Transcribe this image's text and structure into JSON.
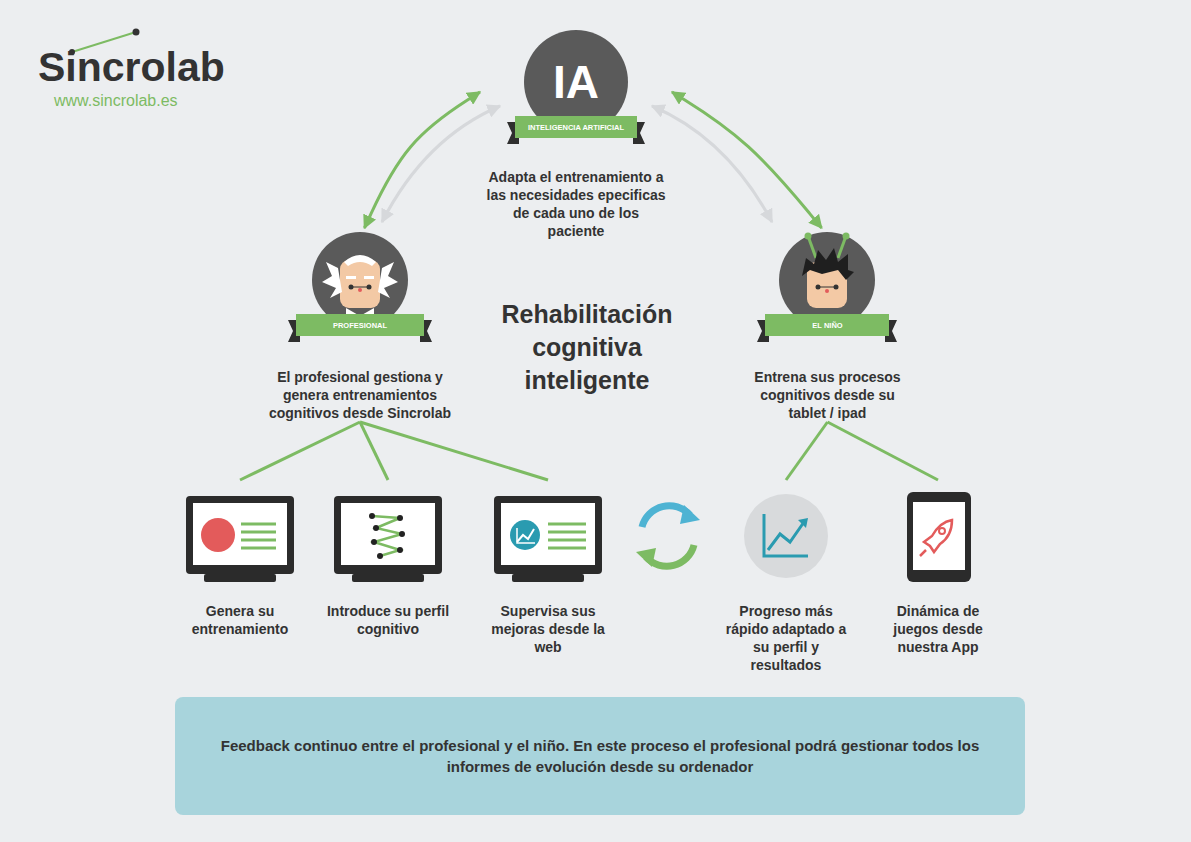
{
  "diagram": {
    "title": "Rehabilitación cognitiva inteligente",
    "nodes": [
      {
        "text": [
          "IA",
          "INTELIGENCIA ARTIFICIAL",
          "Adapta el entrenamiento a las necesidades epecificas de cada uno de los paciente"
        ]
      },
      {
        "text": [
          "PROFESIONAL",
          "El profesional gestiona y genera entrenamientos cognitivos desde Sincrolab"
        ]
      },
      {
        "text": [
          "EL NIÑO",
          "Entrena sus procesos cognitivos desde su tablet / ipad"
        ]
      },
      {
        "text": [
          "Genera su entrenamiento"
        ]
      },
      {
        "text": [
          "Introduce su perfil cognitivo"
        ]
      },
      {
        "text": [
          "Supervisa sus mejoras desde la web"
        ]
      },
      {
        "text": [
          "Progreso más rápido adaptado a su perfil y resultados"
        ]
      },
      {
        "text": [
          "Dinámica de juegos desde nuestra App"
        ]
      },
      {
        "text": [
          "Feedback continuo entre el profesional y el niño. En este proceso el profesional podrá gestionar todos los informes de evolución desde su ordenador"
        ]
      }
    ],
    "edges": [
      {
        "from": 0,
        "to": 1,
        "arrow": "both"
      },
      {
        "from": 0,
        "to": 2,
        "arrow": "both"
      },
      {
        "from": 1,
        "to": 3,
        "arrow": "none"
      },
      {
        "from": 1,
        "to": 4,
        "arrow": "none"
      },
      {
        "from": 1,
        "to": 5,
        "arrow": "none"
      },
      {
        "from": 2,
        "to": 6,
        "arrow": "none"
      },
      {
        "from": 2,
        "to": 7,
        "arrow": "none"
      }
    ],
    "labels": [
      "Sincrolab",
      "www.sincrolab.es"
    ]
  }
}
